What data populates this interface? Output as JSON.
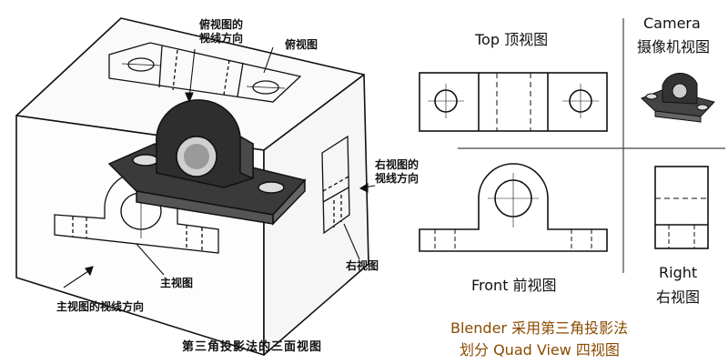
{
  "left_figure": {
    "label_top_direction": "俯视图的\n视线方向",
    "label_top_view": "俯视图",
    "label_right_direction": "右视图的\n视线方向",
    "label_right_view": "右视图",
    "label_front_view": "主视图",
    "label_front_direction": "主视图的视线方向",
    "caption": "第三角投影法的三面视图"
  },
  "quad_view": {
    "top_label": "Top 顶视图",
    "camera_label_en": "Camera",
    "camera_label_cn": "摄像机视图",
    "front_label": "Front 前视图",
    "right_label_en": "Right",
    "right_label_cn": "右视图"
  },
  "footer": {
    "line1": "Blender 采用第三角投影法",
    "line2": "划分 Quad View 四视图",
    "accent_color": "#8a4a00"
  }
}
